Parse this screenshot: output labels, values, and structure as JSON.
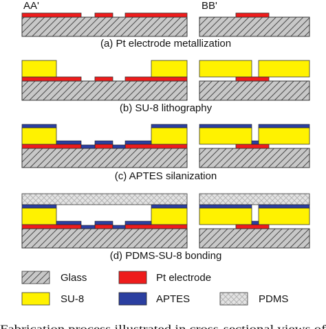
{
  "section_headers": {
    "left": "AA'",
    "right": "BB'"
  },
  "steps": [
    {
      "caption": "(a) Pt electrode metallization"
    },
    {
      "caption": "(b) SU-8 lithography"
    },
    {
      "caption": "(c) APTES silanization"
    },
    {
      "caption": "(d) PDMS-SU-8 bonding"
    }
  ],
  "legend": {
    "items": [
      {
        "label": "Glass",
        "color": "#c8c8c8",
        "pattern": "diagonal-hatch"
      },
      {
        "label": "Pt electrode",
        "color": "#ee1c1c",
        "pattern": "solid"
      },
      {
        "label": "SU-8",
        "color": "#fff200",
        "pattern": "solid"
      },
      {
        "label": "APTES",
        "color": "#2b3fa0",
        "pattern": "solid"
      },
      {
        "label": "PDMS",
        "color": "#e0e0e0",
        "pattern": "crosshatch"
      }
    ]
  },
  "footer_caption": "Fabrication process illustrated in cross-sectional views of"
}
